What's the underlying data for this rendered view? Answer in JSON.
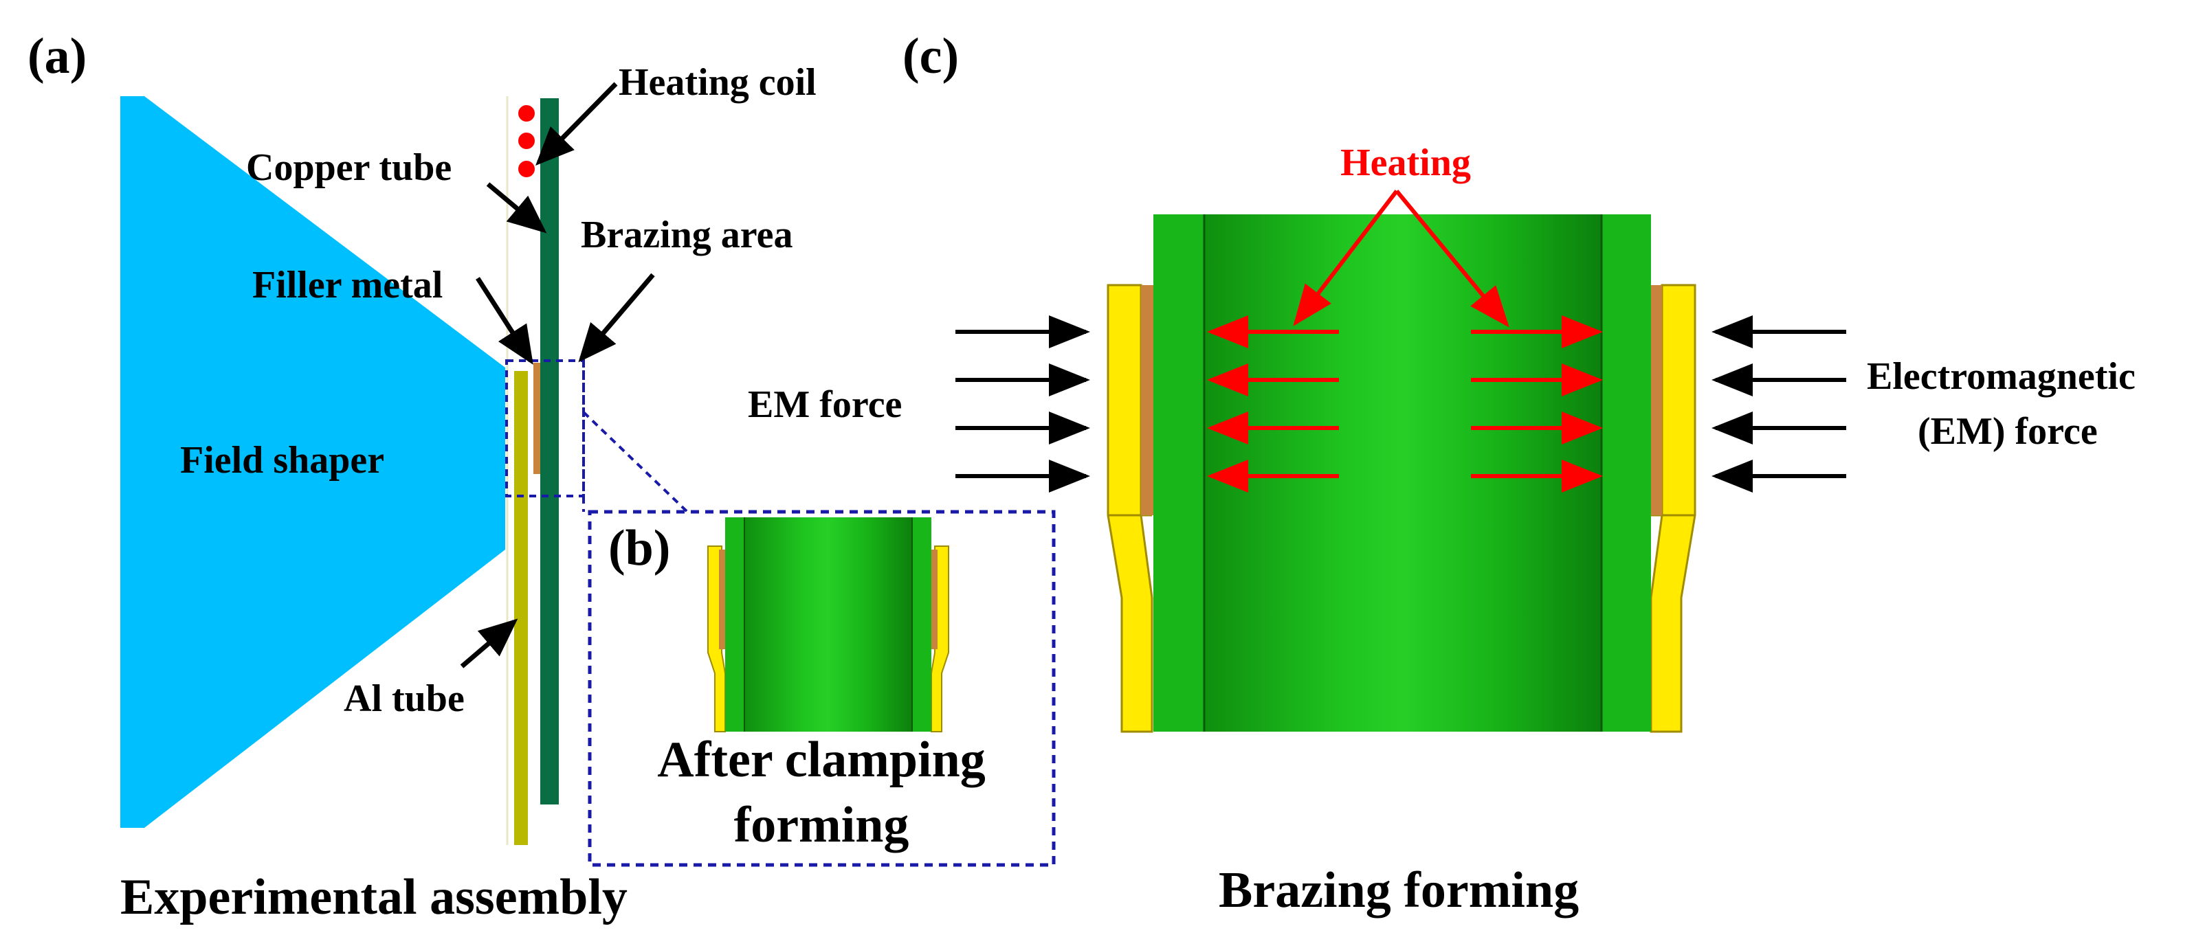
{
  "panels": {
    "a": {
      "tag": "(a)",
      "caption": "Experimental assembly",
      "labels": {
        "heating_coil": "Heating coil",
        "copper_tube": "Copper tube",
        "brazing_area": "Brazing area",
        "filler_metal": "Filler metal",
        "field_shaper": "Field shaper",
        "al_tube": "Al tube"
      }
    },
    "b": {
      "tag": "(b)",
      "caption_line1": "After clamping",
      "caption_line2": "forming"
    },
    "c": {
      "tag": "(c)",
      "caption": "Brazing forming",
      "labels": {
        "heating": "Heating",
        "em_force": "EM force",
        "electromagnetic_line1": "Electromagnetic",
        "electromagnetic_line2": "(EM) force"
      }
    }
  },
  "colors": {
    "field_shaper": "#00bfff",
    "copper_tube_dark": "#0a6e45",
    "al_tube": "#b8b800",
    "filler_metal": "#c8843c",
    "tube_green": "#19b619",
    "yellow": "#ffea00",
    "heating_red": "#ff0000",
    "inset_border": "#1a1aa8"
  },
  "icons": [
    "black-arrow-icon",
    "red-arrow-icon",
    "coil-dot-icon"
  ]
}
